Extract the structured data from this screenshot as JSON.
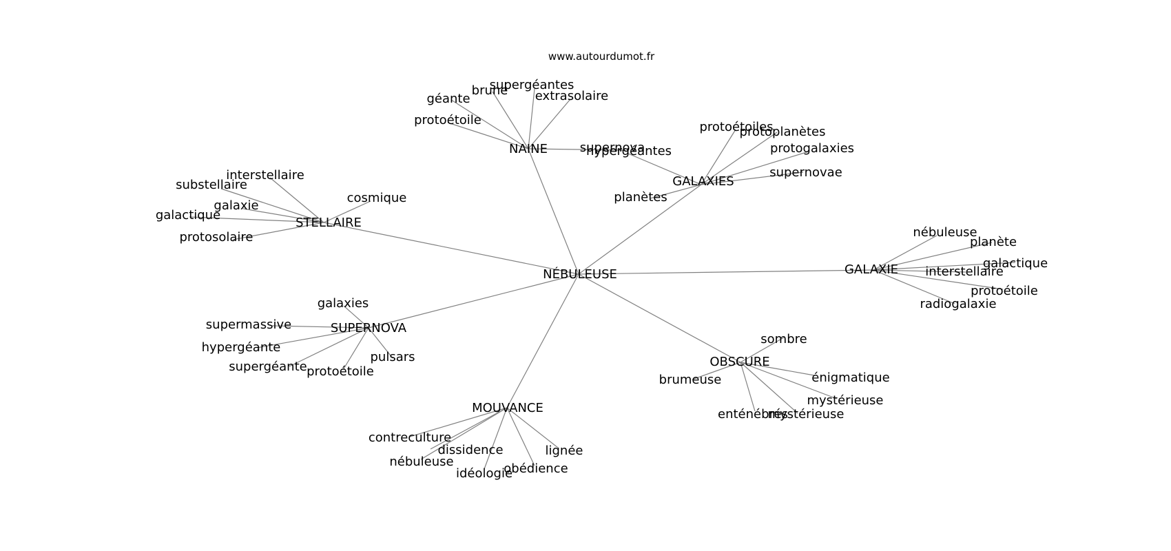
{
  "source_text": "www.autourdumot.fr",
  "colors": {
    "edge": "#808080",
    "text": "#000000",
    "background": "#ffffff"
  },
  "graph": {
    "center": "NÉBULEUSE",
    "clusters": [
      {
        "hub": "NAINE",
        "leaves": [
          "protoétoile",
          "géante",
          "brune",
          "supergéantes",
          "extrasolaire",
          "supernova"
        ]
      },
      {
        "hub": "GALAXIES",
        "leaves": [
          "hypergéantes",
          "protoétoiles",
          "protoplanètes",
          "protogalaxies",
          "supernovae",
          "planètes"
        ]
      },
      {
        "hub": "STELLAIRE",
        "leaves": [
          "interstellaire",
          "substellaire",
          "cosmique",
          "galaxie",
          "galactique",
          "protosolaire"
        ]
      },
      {
        "hub": "GALAXIE",
        "leaves": [
          "nébuleuse",
          "planète",
          "galactique",
          "interstellaire",
          "protoétoile",
          "radiogalaxie"
        ]
      },
      {
        "hub": "SUPERNOVA",
        "leaves": [
          "galaxies",
          "supermassive",
          "hypergéante",
          "pulsars",
          "supergéante",
          "protoétoile"
        ]
      },
      {
        "hub": "OBSCURE",
        "leaves": [
          "sombre",
          "brumeuse",
          "énigmatique",
          "mystérieuse",
          "enténébrés",
          "mystérieuse"
        ]
      },
      {
        "hub": "MOUVANCE",
        "leaves": [
          "contreculture",
          "dissidence",
          "lignée",
          "nébuleuse",
          "idéologie",
          "obédience"
        ]
      }
    ]
  }
}
